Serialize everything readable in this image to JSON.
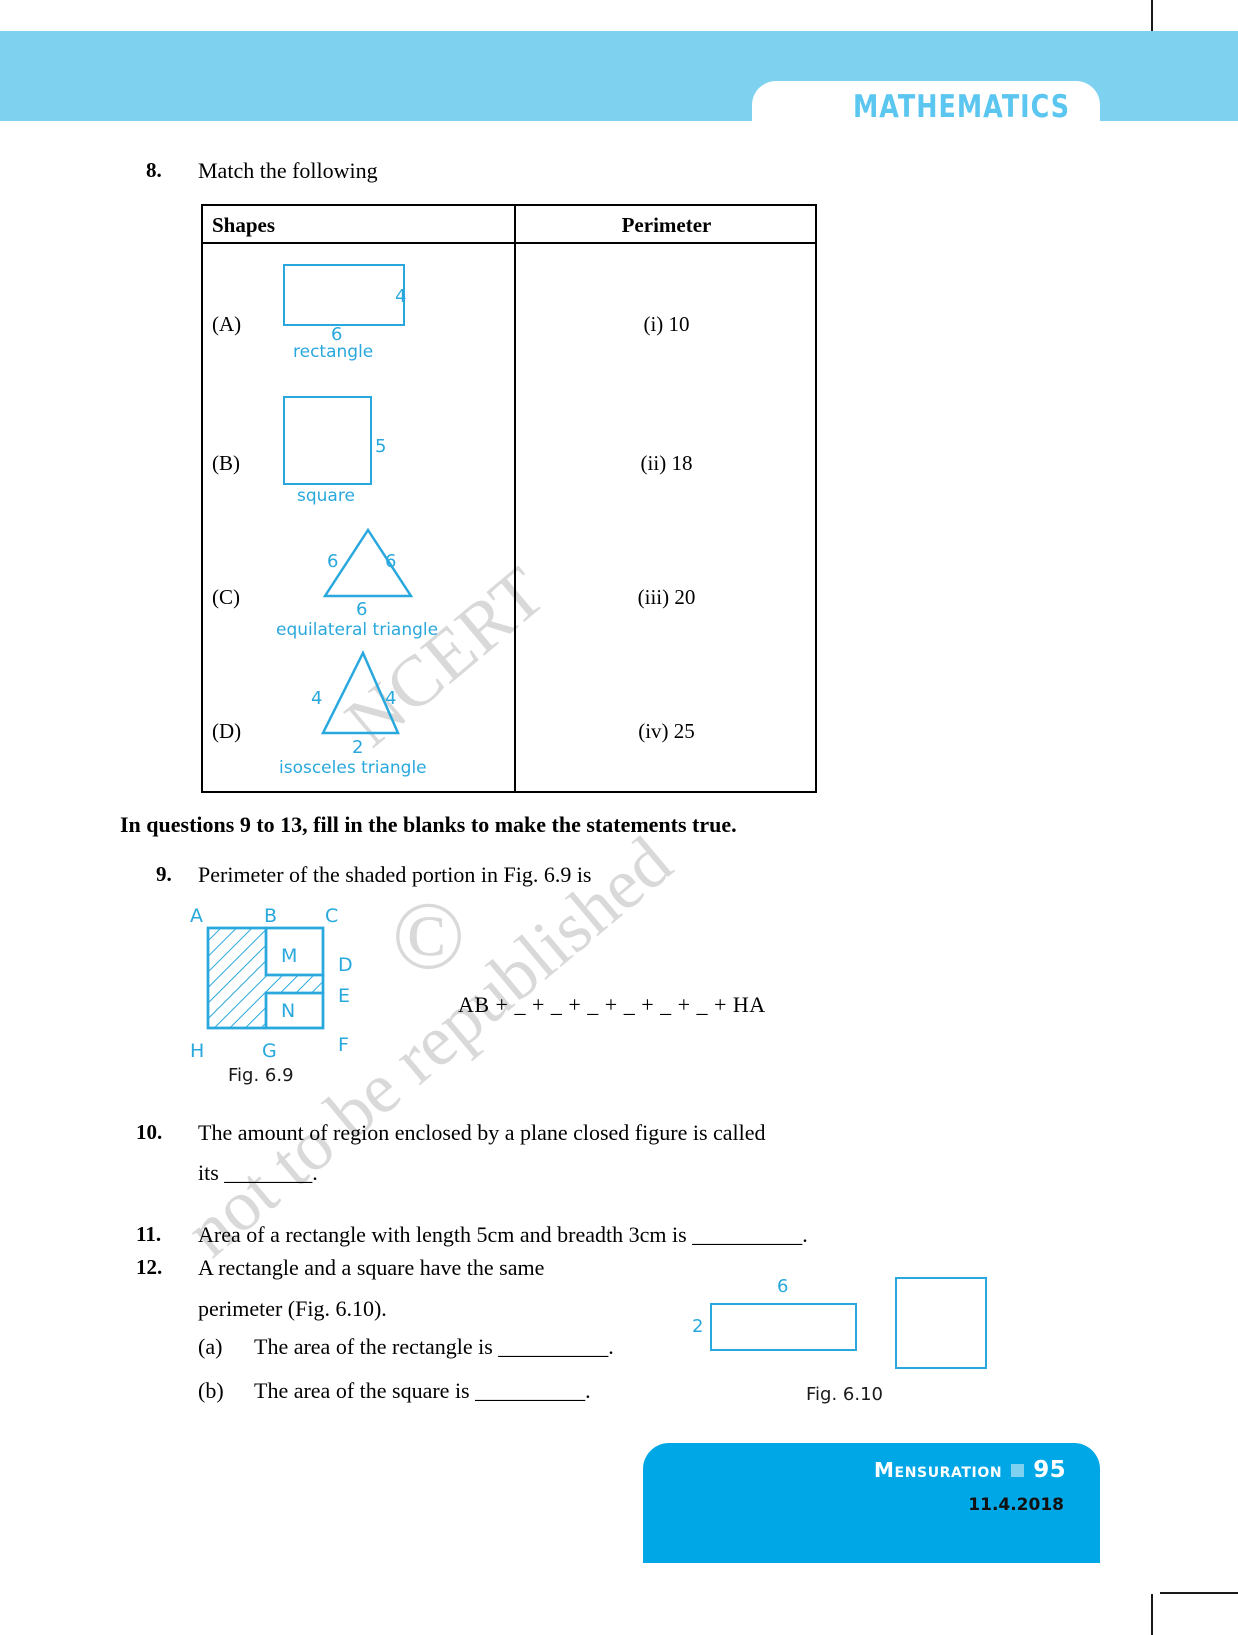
{
  "header": {
    "title": "MATHEMATICS"
  },
  "watermark": {
    "line1": "NCERT",
    "line2": "not to be republished",
    "copyright": "©"
  },
  "questions": {
    "q8": {
      "number": "8.",
      "text": "Match the following"
    },
    "instruction": "In questions 9 to 13, fill in the blanks to make the statements true.",
    "q9": {
      "number": "9.",
      "text": "Perimeter of the shaded portion in Fig. 6.9 is",
      "equation": "AB  +  _  +  _  +  _  +  _  +  _  +  _  + HA",
      "caption": "Fig. 6.9",
      "vertex_labels": [
        "A",
        "B",
        "C",
        "D",
        "E",
        "F",
        "G",
        "H",
        "M",
        "N"
      ]
    },
    "q10": {
      "number": "10.",
      "line1": "The amount of region enclosed by a plane closed figure is called",
      "line2": "its ________."
    },
    "q11": {
      "number": "11.",
      "text": "Area of a rectangle with length 5cm and breadth 3cm is __________."
    },
    "q12": {
      "number": "12.",
      "line1": "A rectangle and a square have the same",
      "line2": "perimeter (Fig. 6.10).",
      "part_a": {
        "label": "(a)",
        "text": "The area of the rectangle is __________."
      },
      "part_b": {
        "label": "(b)",
        "text": "The area of the square is __________."
      },
      "caption": "Fig. 6.10",
      "rect_width_label": "6",
      "rect_height_label": "2"
    }
  },
  "match_table": {
    "headers": [
      "Shapes",
      "Perimeter"
    ],
    "rows": [
      {
        "key": "(A)",
        "shape": "rectangle",
        "name": "rectangle",
        "side_label": "4",
        "base_label": "6",
        "perimeter": "(i)  10"
      },
      {
        "key": "(B)",
        "shape": "square",
        "name": "square",
        "side_label": "5",
        "base_label": "",
        "perimeter": "(ii)  18"
      },
      {
        "key": "(C)",
        "shape": "equilateral-triangle",
        "name": "equilateral triangle",
        "left_label": "6",
        "right_label": "6",
        "base_label": "6",
        "perimeter": "(iii)  20"
      },
      {
        "key": "(D)",
        "shape": "isosceles-triangle",
        "name": "isosceles triangle",
        "left_label": "4",
        "right_label": "4",
        "base_label": "2",
        "perimeter": "(iv)  25"
      }
    ]
  },
  "footer": {
    "chapter": "Mensuration",
    "page": "95",
    "date": "11.4.2018"
  },
  "colors": {
    "header_band": "#7ed2f0",
    "footer_band": "#00a7e7",
    "figure_blue": "#29a8dd",
    "title_blue": "#5bc6ef"
  }
}
